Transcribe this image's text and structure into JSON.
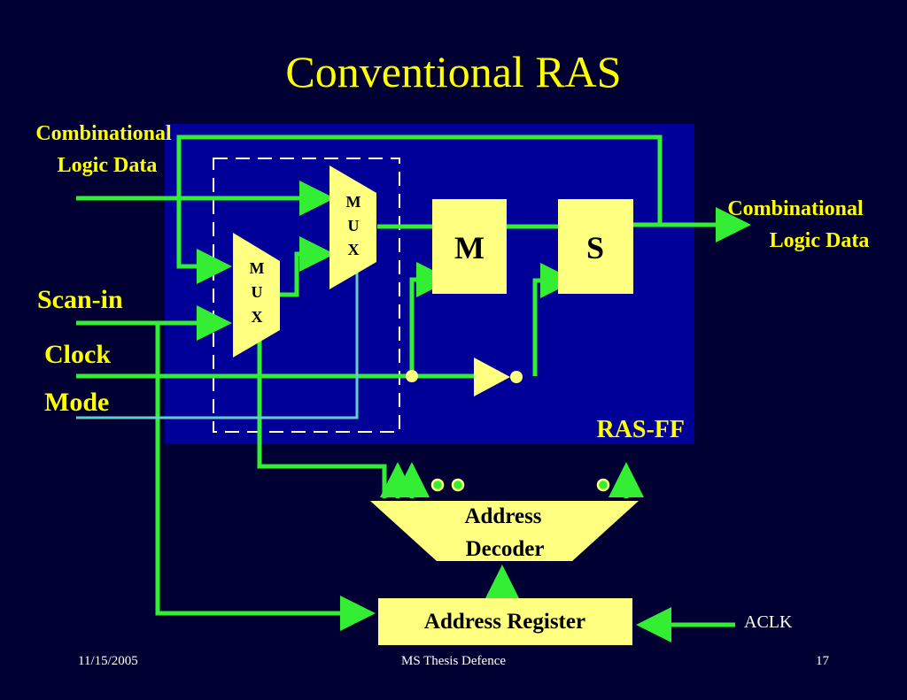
{
  "slide": {
    "title": "Conventional RAS",
    "footer": {
      "date": "11/15/2005",
      "center": "MS Thesis Defence",
      "page": "17"
    }
  },
  "colors": {
    "background": "#000033",
    "panel": "#000099",
    "wire": "#33ee33",
    "mode_wire": "#66cccc",
    "block_fill": "#ffff80",
    "text_accent": "#ffff00"
  },
  "diagram": {
    "inputs": {
      "comb_in_line1": "Combinational",
      "comb_in_line2": "Logic Data",
      "scan_in": "Scan-in",
      "clock": "Clock",
      "mode": "Mode"
    },
    "outputs": {
      "comb_out_line1": "Combinational",
      "comb_out_line2": "Logic Data"
    },
    "mux_letters": [
      "M",
      "U",
      "X"
    ],
    "latch_master": "M",
    "latch_slave": "S",
    "ras_ff_label": "RAS-FF",
    "decoder_line1": "Address",
    "decoder_line2": "Decoder",
    "address_register": "Address Register",
    "aclk": "ACLK"
  }
}
